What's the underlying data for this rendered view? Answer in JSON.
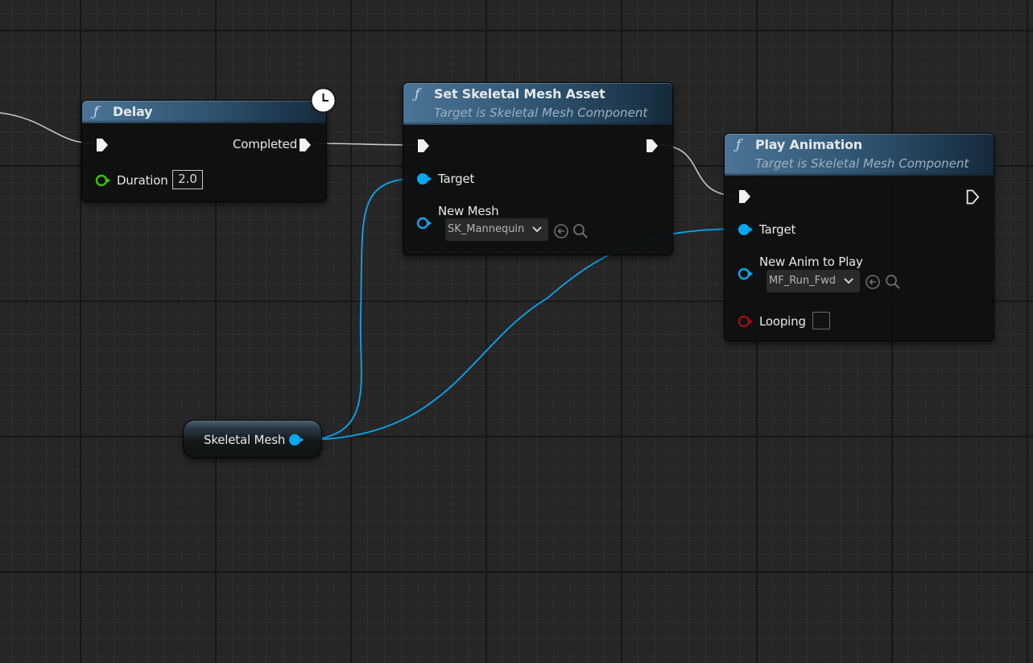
{
  "graph": {
    "nodes": {
      "delay": {
        "title": "Delay",
        "func_icon": "ƒ",
        "badge_icon": "clock-icon",
        "output_label": "Completed",
        "duration_label": "Duration",
        "duration_value": "2.0"
      },
      "set_mesh": {
        "title": "Set Skeletal Mesh Asset",
        "subtitle": "Target is Skeletal Mesh Component",
        "func_icon": "ƒ",
        "target_label": "Target",
        "new_mesh_label": "New Mesh",
        "new_mesh_value": "SK_Mannequin"
      },
      "play_anim": {
        "title": "Play Animation",
        "subtitle": "Target is Skeletal Mesh Component",
        "func_icon": "ƒ",
        "target_label": "Target",
        "new_anim_label": "New Anim to Play",
        "new_anim_value": "MF_Run_Fwd",
        "looping_label": "Looping",
        "looping_checked": false
      },
      "skeletal_mesh_var": {
        "label": "Skeletal Mesh"
      }
    },
    "colors": {
      "exec_wire": "#d0d0d0",
      "object_pin": "#0aa6ef",
      "float_pin": "#39c40c",
      "bool_pin": "#9b0d0d",
      "header_accent": "#4b7497"
    },
    "icons": [
      "function-icon",
      "clock-icon",
      "exec-pin-icon",
      "object-pin-icon",
      "chevron-down-icon",
      "browse-back-icon",
      "search-icon"
    ]
  }
}
